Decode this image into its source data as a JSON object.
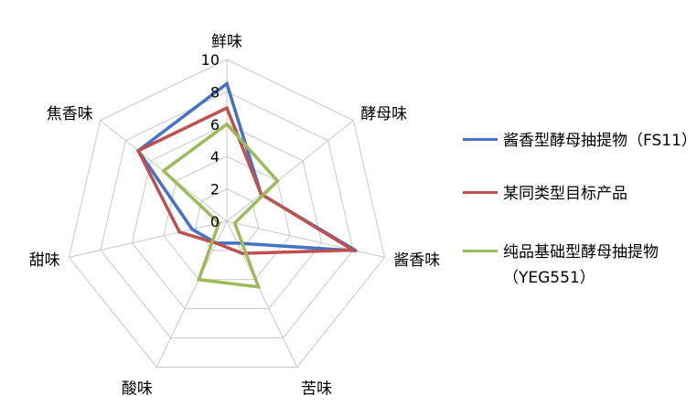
{
  "chart_data": {
    "type": "radar",
    "axes": [
      "鲜味",
      "酵母味",
      "酱香味",
      "苦味",
      "酸味",
      "甜味",
      "焦香味"
    ],
    "tick_labels": [
      "0",
      "2",
      "4",
      "6",
      "8",
      "10"
    ],
    "rlim": [
      0,
      10
    ],
    "grid": true,
    "legend_position": "right",
    "series": [
      {
        "name": "酱香型酵母抽提物（FS11）",
        "color": "#4472C4",
        "values": [
          8.5,
          2.7,
          8.2,
          1.5,
          1.5,
          2.2,
          7.0
        ]
      },
      {
        "name": "某同类型目标产品",
        "color": "#C0504D",
        "values": [
          7.0,
          2.7,
          8.0,
          2.2,
          1.5,
          3.0,
          7.0
        ]
      },
      {
        "name": "纯品基础型酵母抽提物（YEG551）",
        "color": "#9BBB59",
        "values": [
          6.0,
          4.0,
          0.5,
          4.5,
          4.0,
          0.5,
          5.0
        ]
      }
    ]
  }
}
